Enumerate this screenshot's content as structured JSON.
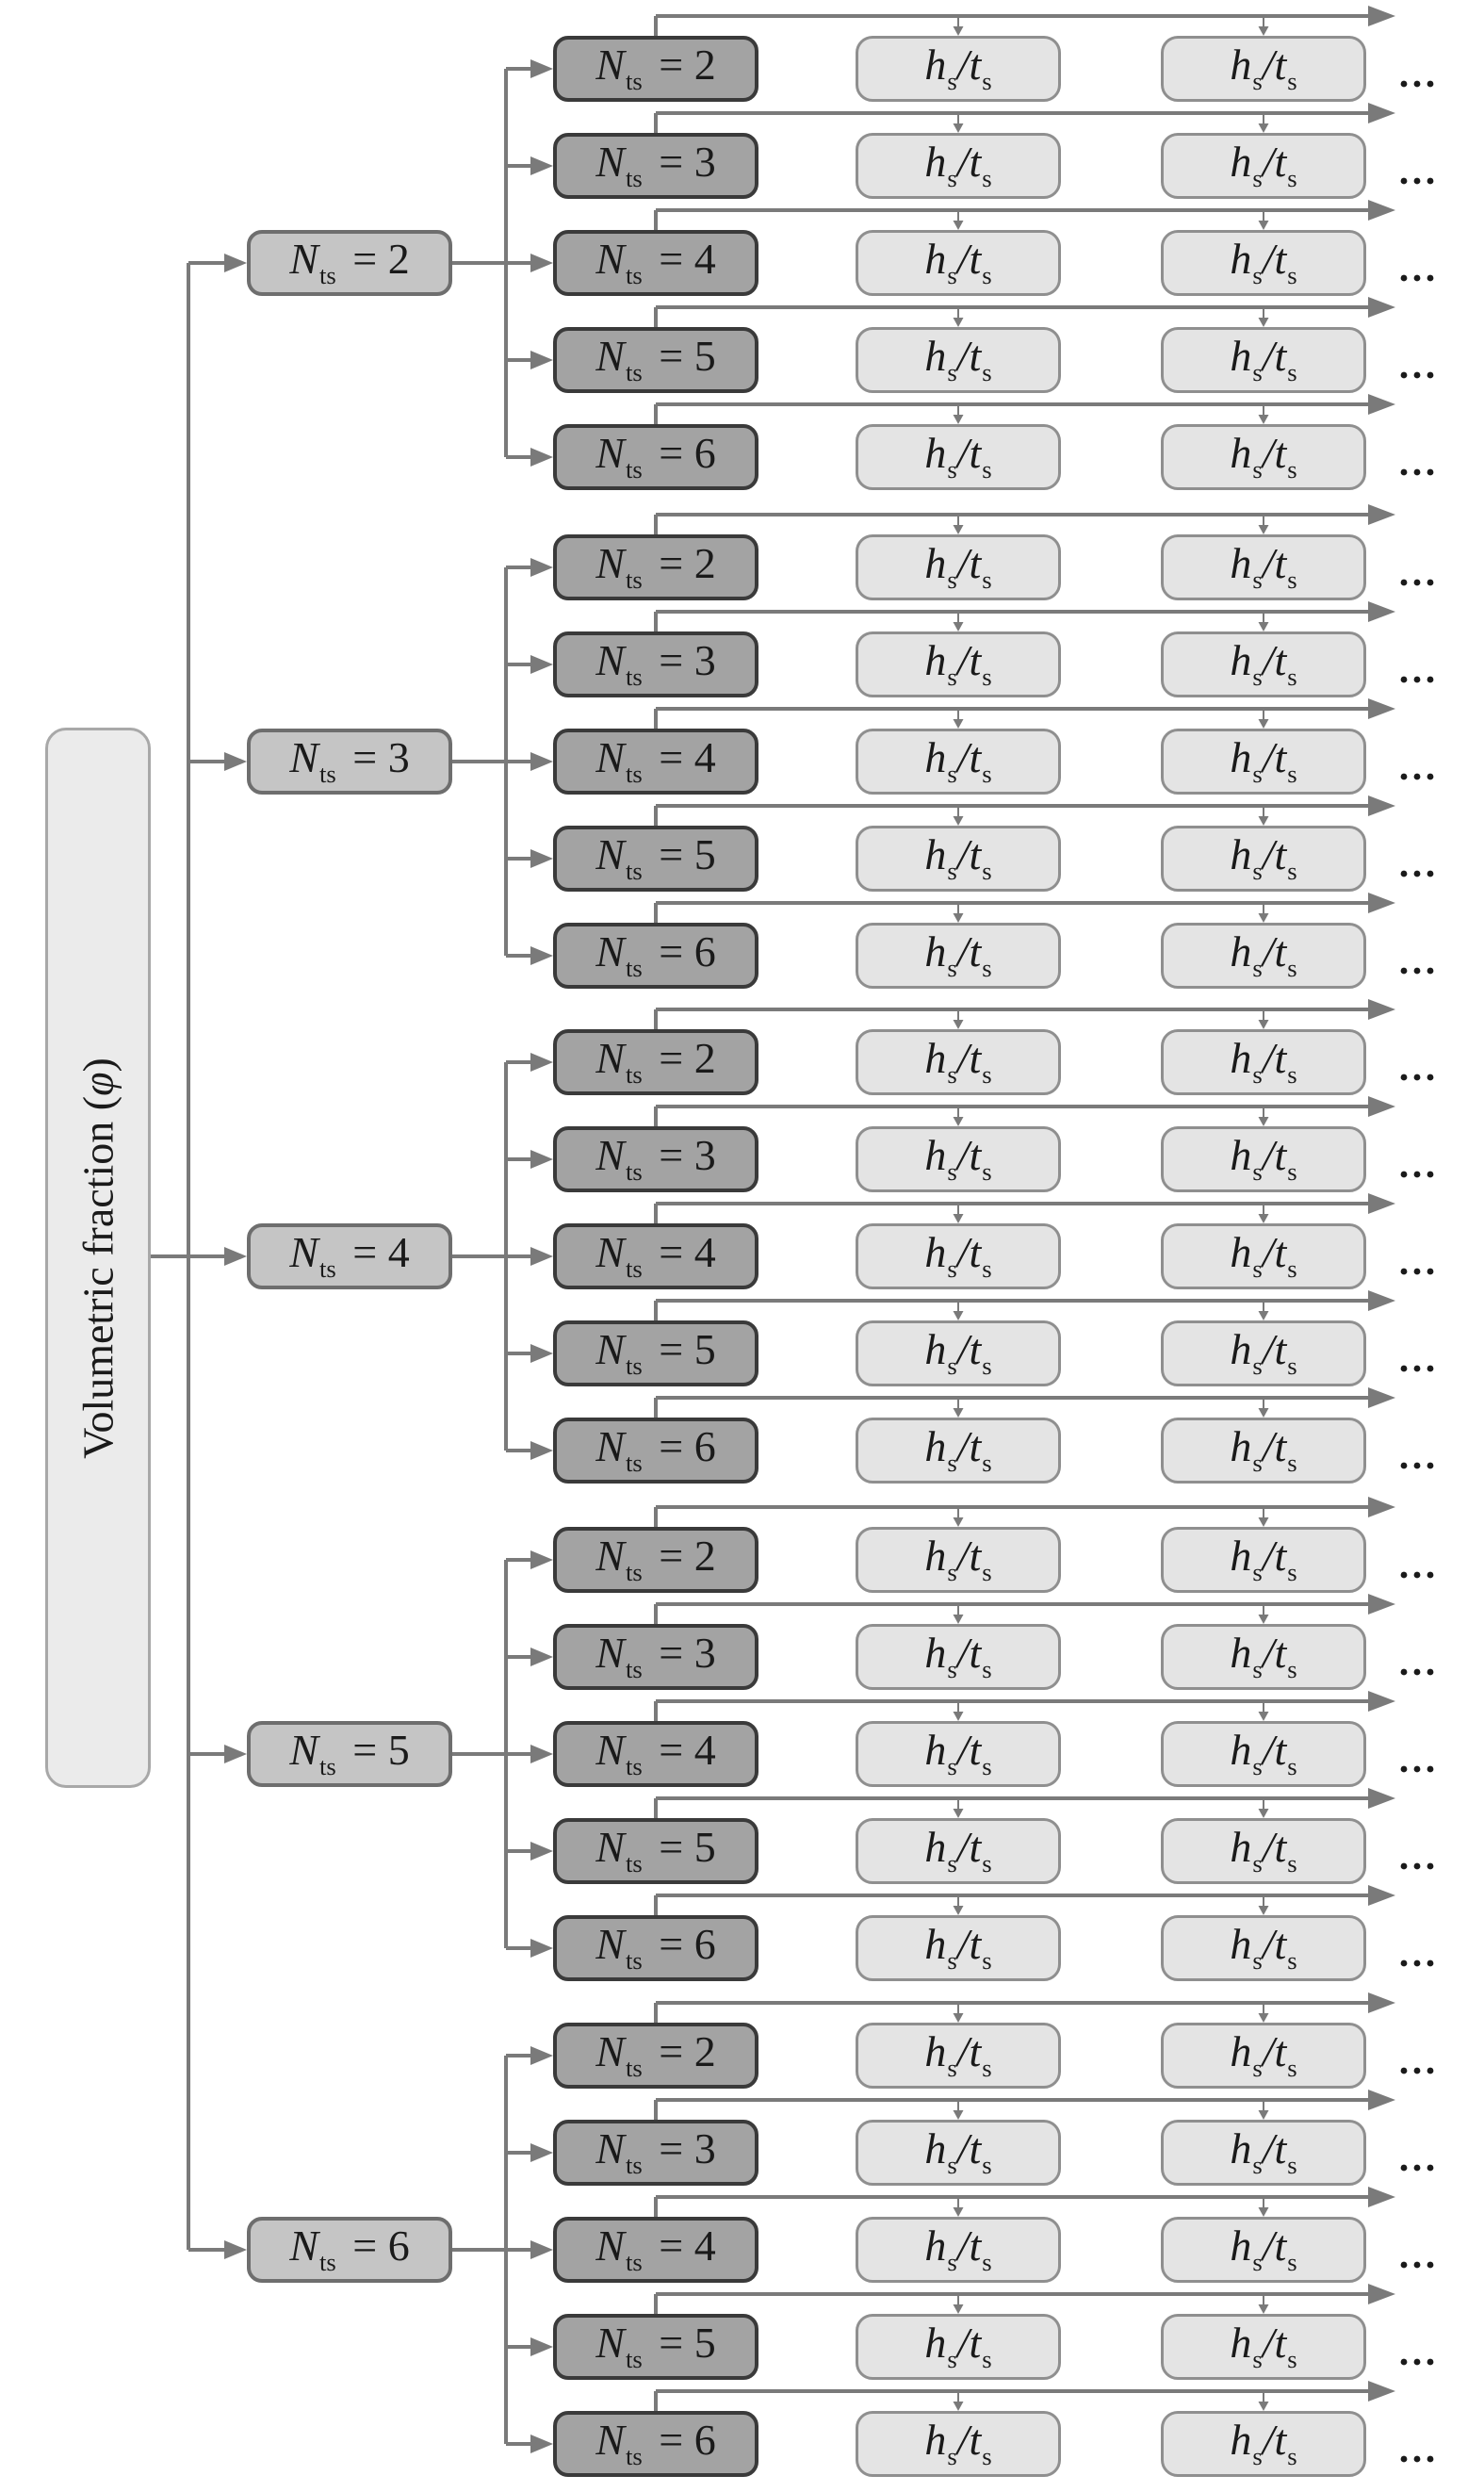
{
  "figure": {
    "type": "tree-diagram",
    "root": {
      "label_prefix": "Volumetric fraction (",
      "label_symbol": "φ",
      "label_suffix": ")"
    },
    "node_symbol": {
      "base": "N",
      "subscript": "ts",
      "equals": "="
    },
    "groups": [
      {
        "parent_value": "2",
        "child_values": [
          "2",
          "3",
          "4",
          "5",
          "6"
        ]
      },
      {
        "parent_value": "3",
        "child_values": [
          "2",
          "3",
          "4",
          "5",
          "6"
        ]
      },
      {
        "parent_value": "4",
        "child_values": [
          "2",
          "3",
          "4",
          "5",
          "6"
        ]
      },
      {
        "parent_value": "5",
        "child_values": [
          "2",
          "3",
          "4",
          "5",
          "6"
        ]
      },
      {
        "parent_value": "6",
        "child_values": [
          "2",
          "3",
          "4",
          "5",
          "6"
        ]
      }
    ],
    "cell": {
      "numerator_base": "h",
      "numerator_sub": "s",
      "slash": "/",
      "denominator_base": "t",
      "denominator_sub": "s"
    },
    "cells_per_row": 2,
    "continuation": "...",
    "colors": {
      "line": "#7a7a7a",
      "arrow": "#7a7a7a",
      "root_fill": "#ebebeb",
      "root_border": "#a8a8a8",
      "level1_fill": "#c5c5c5",
      "level1_border": "#6e6e6e",
      "level2_fill": "#a3a3a3",
      "level2_border": "#3a3a3a",
      "cell_fill": "#e4e4e4",
      "cell_border": "#8f8f8f",
      "dots": "#1a1a1a",
      "text": "#1a1a1a"
    }
  }
}
